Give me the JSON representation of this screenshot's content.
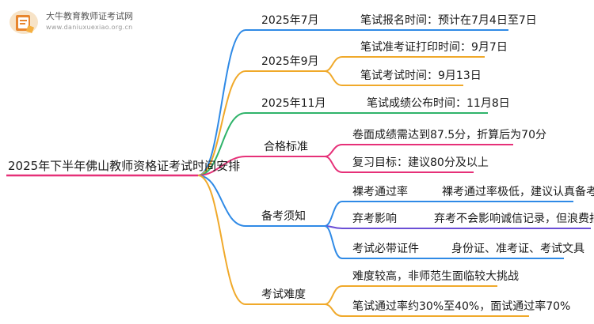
{
  "logo": {
    "name": "大牛教育教师证考试网",
    "domain": "www.daniuxuexiao.org.cn"
  },
  "root": "2025年下半年佛山教师资格证考试时间安排",
  "colors": {
    "blue": "#2f8ae6",
    "orange": "#f0a92a",
    "green": "#2fb36a",
    "pink": "#e63078",
    "purple": "#6b4fd6"
  },
  "branches": [
    {
      "label": "2025年7月",
      "children": [
        {
          "text": "笔试报名时间：预计在7月4日至7日"
        }
      ]
    },
    {
      "label": "2025年9月",
      "children": [
        {
          "text": "笔试准考证打印时间：9月7日"
        },
        {
          "text": "笔试考试时间：9月13日"
        }
      ]
    },
    {
      "label": "2025年11月",
      "children": [
        {
          "text": "笔试成绩公布时间：11月8日"
        }
      ]
    },
    {
      "label": "合格标准",
      "children": [
        {
          "text": "卷面成绩需达到87.5分，折算后为70分"
        },
        {
          "text": "复习目标：建议80分及以上"
        }
      ]
    },
    {
      "label": "备考须知",
      "children": [
        {
          "text": "裸考通过率",
          "detail": "裸考通过率极低，建议认真备考"
        },
        {
          "text": "弃考影响",
          "detail": "弃考不会影响诚信记录，但浪费报名费"
        },
        {
          "text": "考试必带证件",
          "detail": "身份证、准考证、考试文具"
        }
      ]
    },
    {
      "label": "考试难度",
      "children": [
        {
          "text": "难度较高，非师范生面临较大挑战"
        },
        {
          "text": "笔试通过率约30%至40%，面试通过率70%"
        }
      ]
    }
  ]
}
